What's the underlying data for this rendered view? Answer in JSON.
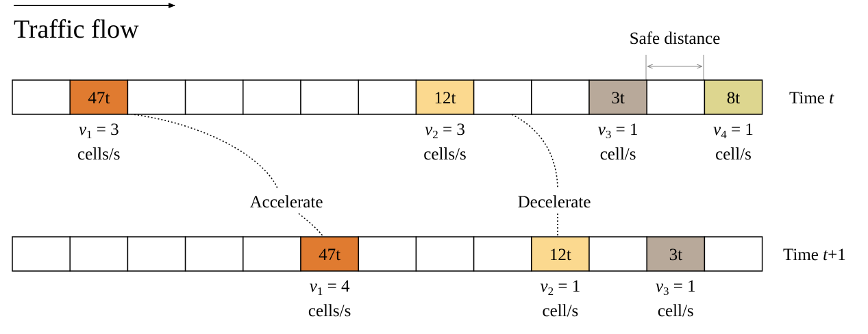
{
  "header": {
    "traffic_flow_label": "Traffic flow"
  },
  "annotations": {
    "safe_distance": "Safe distance",
    "accelerate": "Accelerate",
    "decelerate": "Decelerate"
  },
  "colors": {
    "orange": "#e07b30",
    "light_yellow": "#fbd98f",
    "taupe": "#b8a99a",
    "khaki": "#ddd68f",
    "cell_border": "#000000",
    "connector": "#000000",
    "bracket": "#888888"
  },
  "rows": [
    {
      "time_label_prefix": "Time ",
      "time_label_var": "t",
      "time_label_suffix": "",
      "cells": [
        {
          "text": "",
          "color": ""
        },
        {
          "text": "47t",
          "color": "orange"
        },
        {
          "text": "",
          "color": ""
        },
        {
          "text": "",
          "color": ""
        },
        {
          "text": "",
          "color": ""
        },
        {
          "text": "",
          "color": ""
        },
        {
          "text": "",
          "color": ""
        },
        {
          "text": "12t",
          "color": "light_yellow"
        },
        {
          "text": "",
          "color": ""
        },
        {
          "text": "",
          "color": ""
        },
        {
          "text": "3t",
          "color": "taupe"
        },
        {
          "text": "",
          "color": ""
        },
        {
          "text": "8t",
          "color": "khaki"
        }
      ],
      "velocities": [
        {
          "cell": 1,
          "var": "v",
          "sub": "1",
          "eq": " = 3",
          "unit": "cells/s"
        },
        {
          "cell": 7,
          "var": "v",
          "sub": "2",
          "eq": " = 3",
          "unit": "cells/s"
        },
        {
          "cell": 10,
          "var": "v",
          "sub": "3",
          "eq": " = 1",
          "unit": "cell/s"
        },
        {
          "cell": 12,
          "var": "v",
          "sub": "4",
          "eq": " = 1",
          "unit": "cell/s"
        }
      ]
    },
    {
      "time_label_prefix": "Time ",
      "time_label_var": "t",
      "time_label_suffix": "+1",
      "cells": [
        {
          "text": "",
          "color": ""
        },
        {
          "text": "",
          "color": ""
        },
        {
          "text": "",
          "color": ""
        },
        {
          "text": "",
          "color": ""
        },
        {
          "text": "",
          "color": ""
        },
        {
          "text": "47t",
          "color": "orange"
        },
        {
          "text": "",
          "color": ""
        },
        {
          "text": "",
          "color": ""
        },
        {
          "text": "",
          "color": ""
        },
        {
          "text": "12t",
          "color": "light_yellow"
        },
        {
          "text": "",
          "color": ""
        },
        {
          "text": "3t",
          "color": "taupe"
        },
        {
          "text": "",
          "color": ""
        }
      ],
      "velocities": [
        {
          "cell": 5,
          "var": "v",
          "sub": "1",
          "eq": " = 4",
          "unit": "cells/s"
        },
        {
          "cell": 9,
          "var": "v",
          "sub": "2",
          "eq": " = 1",
          "unit": "cell/s"
        },
        {
          "cell": 11,
          "var": "v",
          "sub": "3",
          "eq": " = 1",
          "unit": "cell/s"
        }
      ]
    }
  ]
}
